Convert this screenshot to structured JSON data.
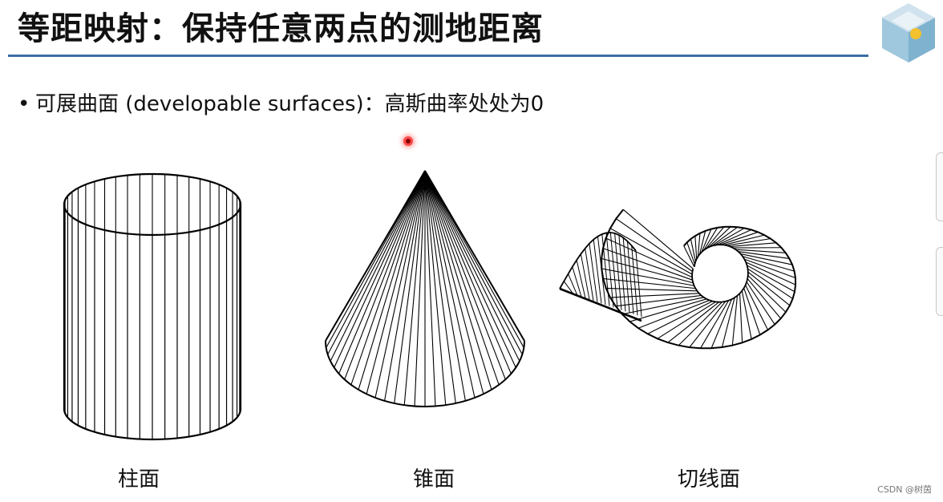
{
  "slide": {
    "title": "等距映射：保持任意两点的测地距离",
    "bullet_symbol": "•",
    "bullet_text": "可展曲面 (developable surfaces)：高斯曲率处处为0"
  },
  "figures": [
    {
      "id": "cylinder",
      "caption": "柱面"
    },
    {
      "id": "cone",
      "caption": "锥面"
    },
    {
      "id": "tangent",
      "caption": "切线面"
    }
  ],
  "watermark": "CSDN @树茵",
  "colors": {
    "title_rule": "#3a6ea5",
    "laser": "#ff4a4a"
  },
  "icons": {
    "logo": "cube-logo-icon",
    "pointer": "laser-pointer-icon"
  }
}
